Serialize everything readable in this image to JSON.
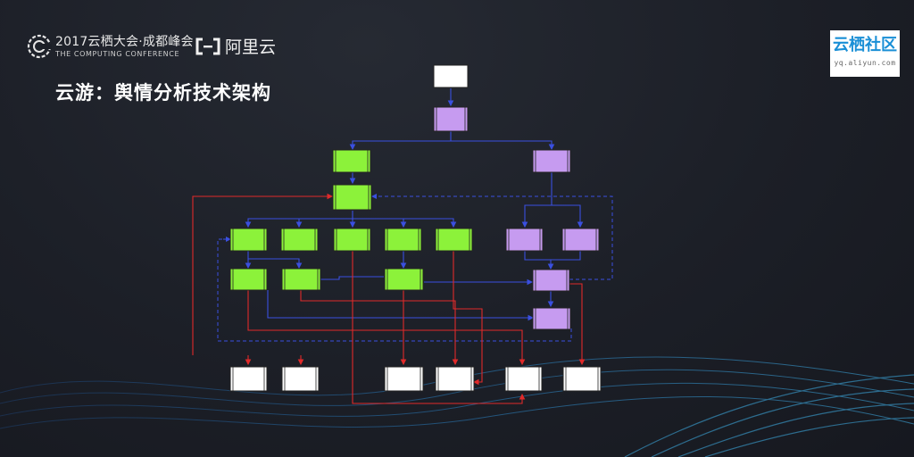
{
  "header": {
    "conference_title": "2017云栖大会·成都峰会",
    "conference_subtitle": "THE COMPUTING CONFERENCE",
    "brand": "阿里云",
    "page_title": "云游：舆情分析技术架构"
  },
  "yunqi": {
    "name": "云栖社区",
    "url": "yq.aliyun.com"
  },
  "colors": {
    "green": "#8cf23a",
    "purple": "#c69bf0",
    "blue_line": "#3a4fe0",
    "red_line": "#e02a2a"
  },
  "diagram": {
    "nodes": {
      "top": "",
      "p1": "",
      "gA": "",
      "pB": "",
      "gC": "",
      "g1": "",
      "g2": "",
      "g3": "",
      "g4": "",
      "g5": "",
      "p2": "",
      "p3": "",
      "g6": "",
      "g7": "",
      "g8": "",
      "p4": "",
      "p5": "",
      "w1": "",
      "w2": "",
      "w3": "",
      "w4": "",
      "w5": "",
      "w6": ""
    }
  },
  "footnote": ""
}
